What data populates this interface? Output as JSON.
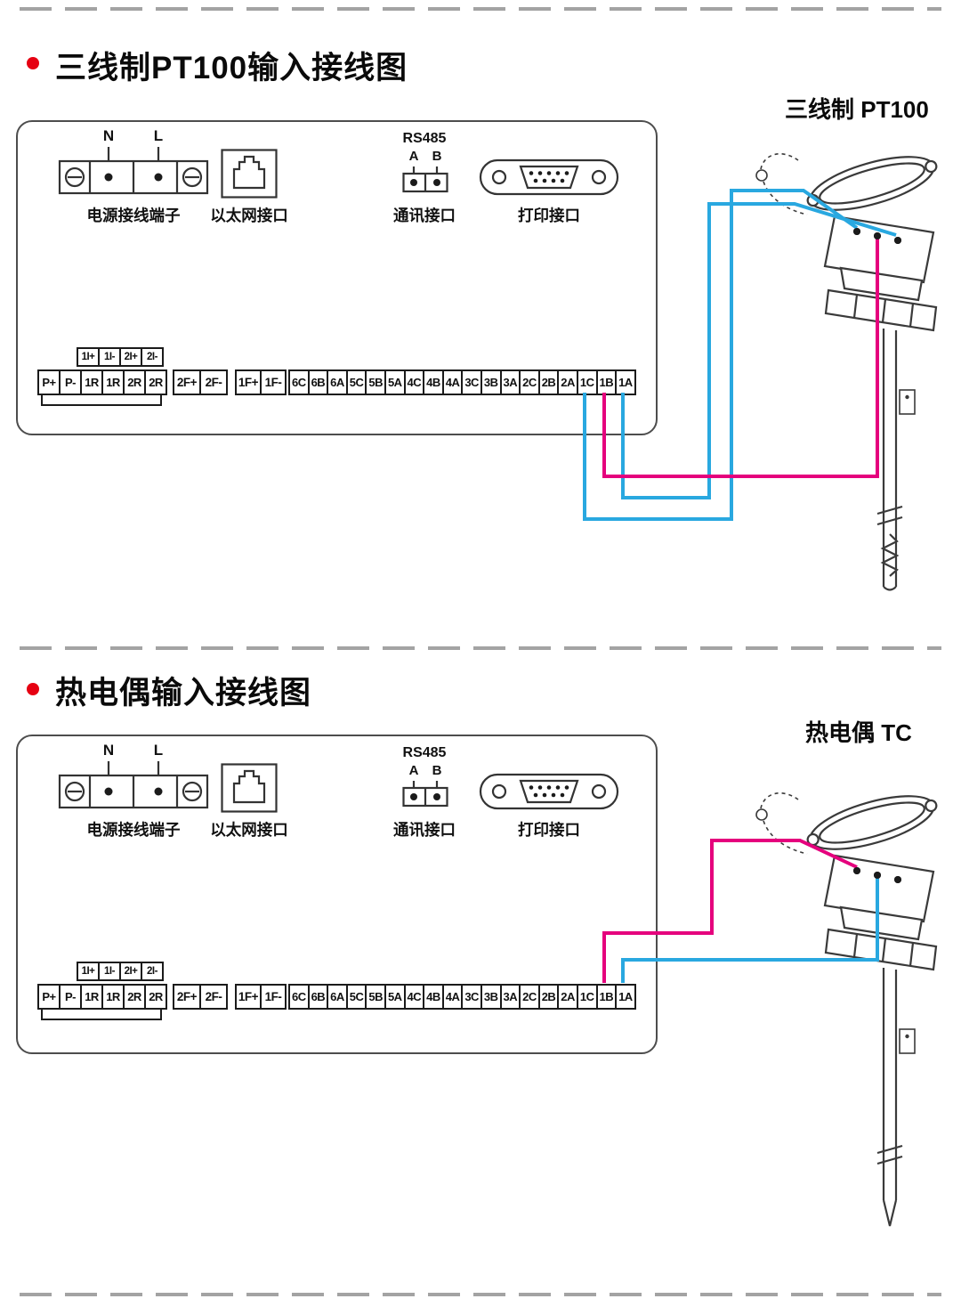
{
  "colors": {
    "wire_pink": "#e5007d",
    "wire_blue": "#29a8e0",
    "bullet_red": "#e60012",
    "outline_gray": "#3a3a3a",
    "dash_gray": "#a3a3a3"
  },
  "sections": [
    {
      "title": "三线制PT100输入接线图",
      "sensor_label": "三线制 PT100",
      "panel": {
        "power_label": "电源接线端子",
        "power_n": "N",
        "power_l": "L",
        "ethernet_label": "以太网接口",
        "comm_label": "通讯接口",
        "comm_rs485": "RS485",
        "comm_a": "A",
        "comm_b": "B",
        "printer_label": "打印接口",
        "aux_terminals": [
          "1I+",
          "1I-",
          "2I+",
          "2I-"
        ],
        "terminals_power_group": [
          "P+",
          "P-",
          "1R",
          "1R",
          "2R",
          "2R"
        ],
        "terminals_2f": [
          "2F+",
          "2F-"
        ],
        "terminals_1f": [
          "1F+",
          "1F-"
        ],
        "terminals_channels": [
          "6C",
          "6B",
          "6A",
          "5C",
          "5B",
          "5A",
          "4C",
          "4B",
          "4A",
          "3C",
          "3B",
          "3A",
          "2C",
          "2B",
          "2A",
          "1C",
          "1B",
          "1A"
        ]
      }
    },
    {
      "title": "热电偶输入接线图",
      "sensor_label": "热电偶 TC",
      "panel": {
        "power_label": "电源接线端子",
        "power_n": "N",
        "power_l": "L",
        "ethernet_label": "以太网接口",
        "comm_label": "通讯接口",
        "comm_rs485": "RS485",
        "comm_a": "A",
        "comm_b": "B",
        "printer_label": "打印接口",
        "aux_terminals": [
          "1I+",
          "1I-",
          "2I+",
          "2I-"
        ],
        "terminals_power_group": [
          "P+",
          "P-",
          "1R",
          "1R",
          "2R",
          "2R"
        ],
        "terminals_2f": [
          "2F+",
          "2F-"
        ],
        "terminals_1f": [
          "1F+",
          "1F-"
        ],
        "terminals_channels": [
          "6C",
          "6B",
          "6A",
          "5C",
          "5B",
          "5A",
          "4C",
          "4B",
          "4A",
          "3C",
          "3B",
          "3A",
          "2C",
          "2B",
          "2A",
          "1C",
          "1B",
          "1A"
        ]
      }
    }
  ]
}
